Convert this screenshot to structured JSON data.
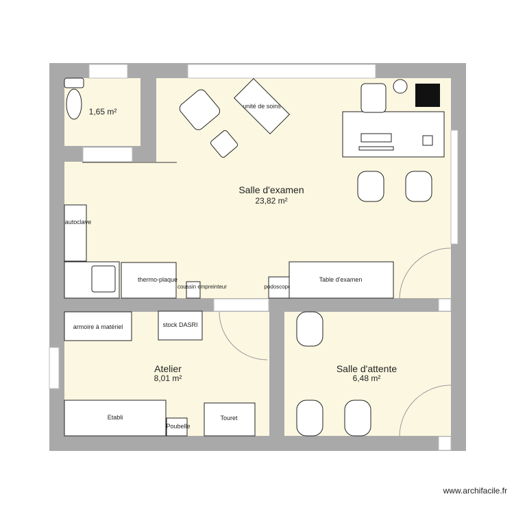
{
  "rooms": {
    "wc": {
      "area": "1,65 m²"
    },
    "exam": {
      "name": "Salle d'examen",
      "area": "23,82 m²"
    },
    "atelier": {
      "name": "Atelier",
      "area": "8,01 m²"
    },
    "attente": {
      "name": "Salle d'attente",
      "area": "6,48 m²"
    }
  },
  "furniture": {
    "unite_soins": "unité de soins",
    "autoclave": "autoclave",
    "thermo_plaque": "thermo-plaque",
    "coussin": "coussin empreinteur",
    "podoscope": "podoscope",
    "table_examen": "Table d'examen",
    "armoire": "armoire à matériel",
    "stock_dasri": "stock DASRI",
    "etabli": "Etabli",
    "poubelle": "Poubelle",
    "touret": "Touret"
  },
  "watermark": "www.archifacile.fr",
  "colors": {
    "wall": "#a9a9a9",
    "floor": "#fbf7e1"
  }
}
